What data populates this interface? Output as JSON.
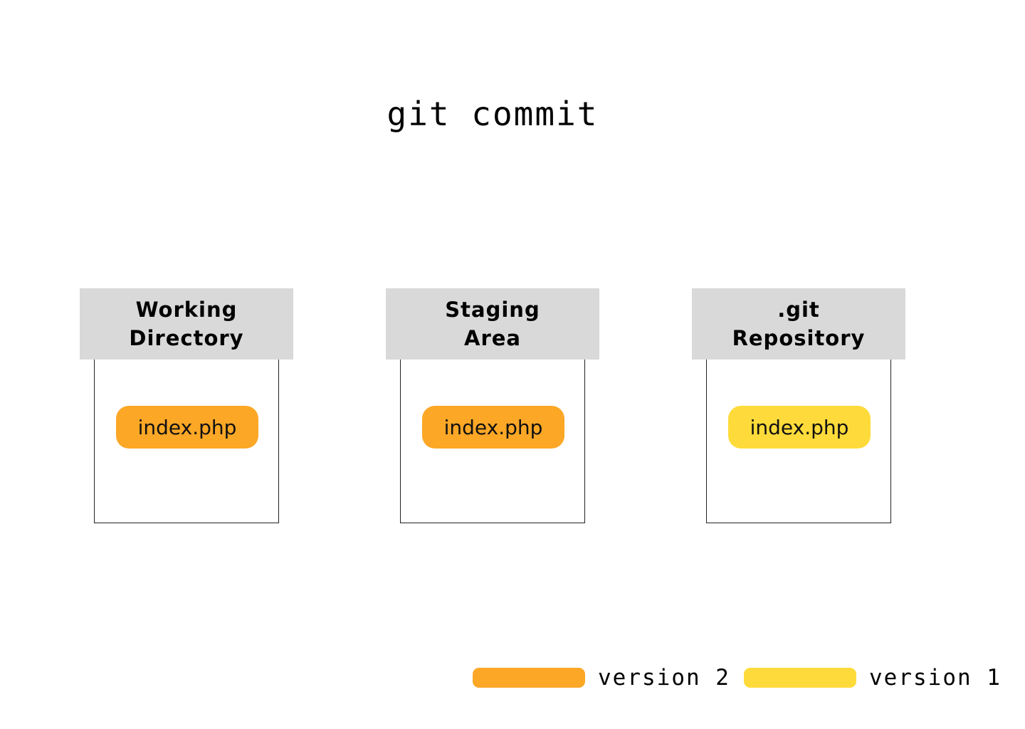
{
  "title": "git commit",
  "colors": {
    "version2": "#fca726",
    "version1": "#fedb3a",
    "header_bg": "#d9d9d9"
  },
  "areas": [
    {
      "header": "Working\nDirectory",
      "file": "index.php",
      "file_version": "version 2"
    },
    {
      "header": "Staging\nArea",
      "file": "index.php",
      "file_version": "version 2"
    },
    {
      "header": ".git\nRepository",
      "file": "index.php",
      "file_version": "version 1"
    }
  ],
  "legend": [
    {
      "label": "version 2",
      "color": "#fca726"
    },
    {
      "label": "version 1",
      "color": "#fedb3a"
    }
  ]
}
